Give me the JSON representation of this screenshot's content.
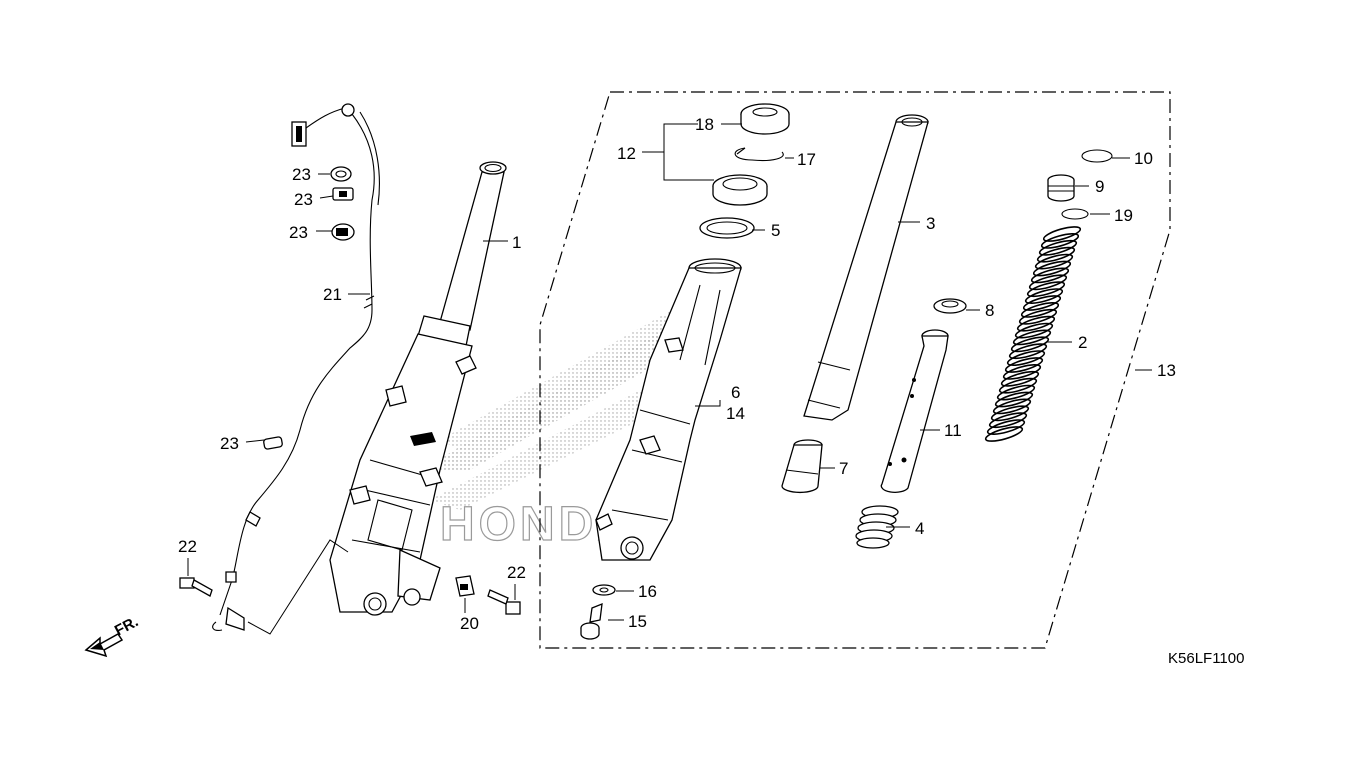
{
  "diagram_code": "K56LF1100",
  "direction_label": "FR.",
  "watermark": "HONDA",
  "callouts": {
    "c1": "1",
    "c2": "2",
    "c3": "3",
    "c4": "4",
    "c5": "5",
    "c6": "6",
    "c7": "7",
    "c8": "8",
    "c9": "9",
    "c10": "10",
    "c11": "11",
    "c12": "12",
    "c13": "13",
    "c14": "14",
    "c15": "15",
    "c16": "16",
    "c17": "17",
    "c18": "18",
    "c19": "19",
    "c20": "20",
    "c21": "21",
    "c22a": "22",
    "c22b": "22",
    "c23a": "23",
    "c23b": "23",
    "c23c": "23",
    "c23d": "23"
  }
}
